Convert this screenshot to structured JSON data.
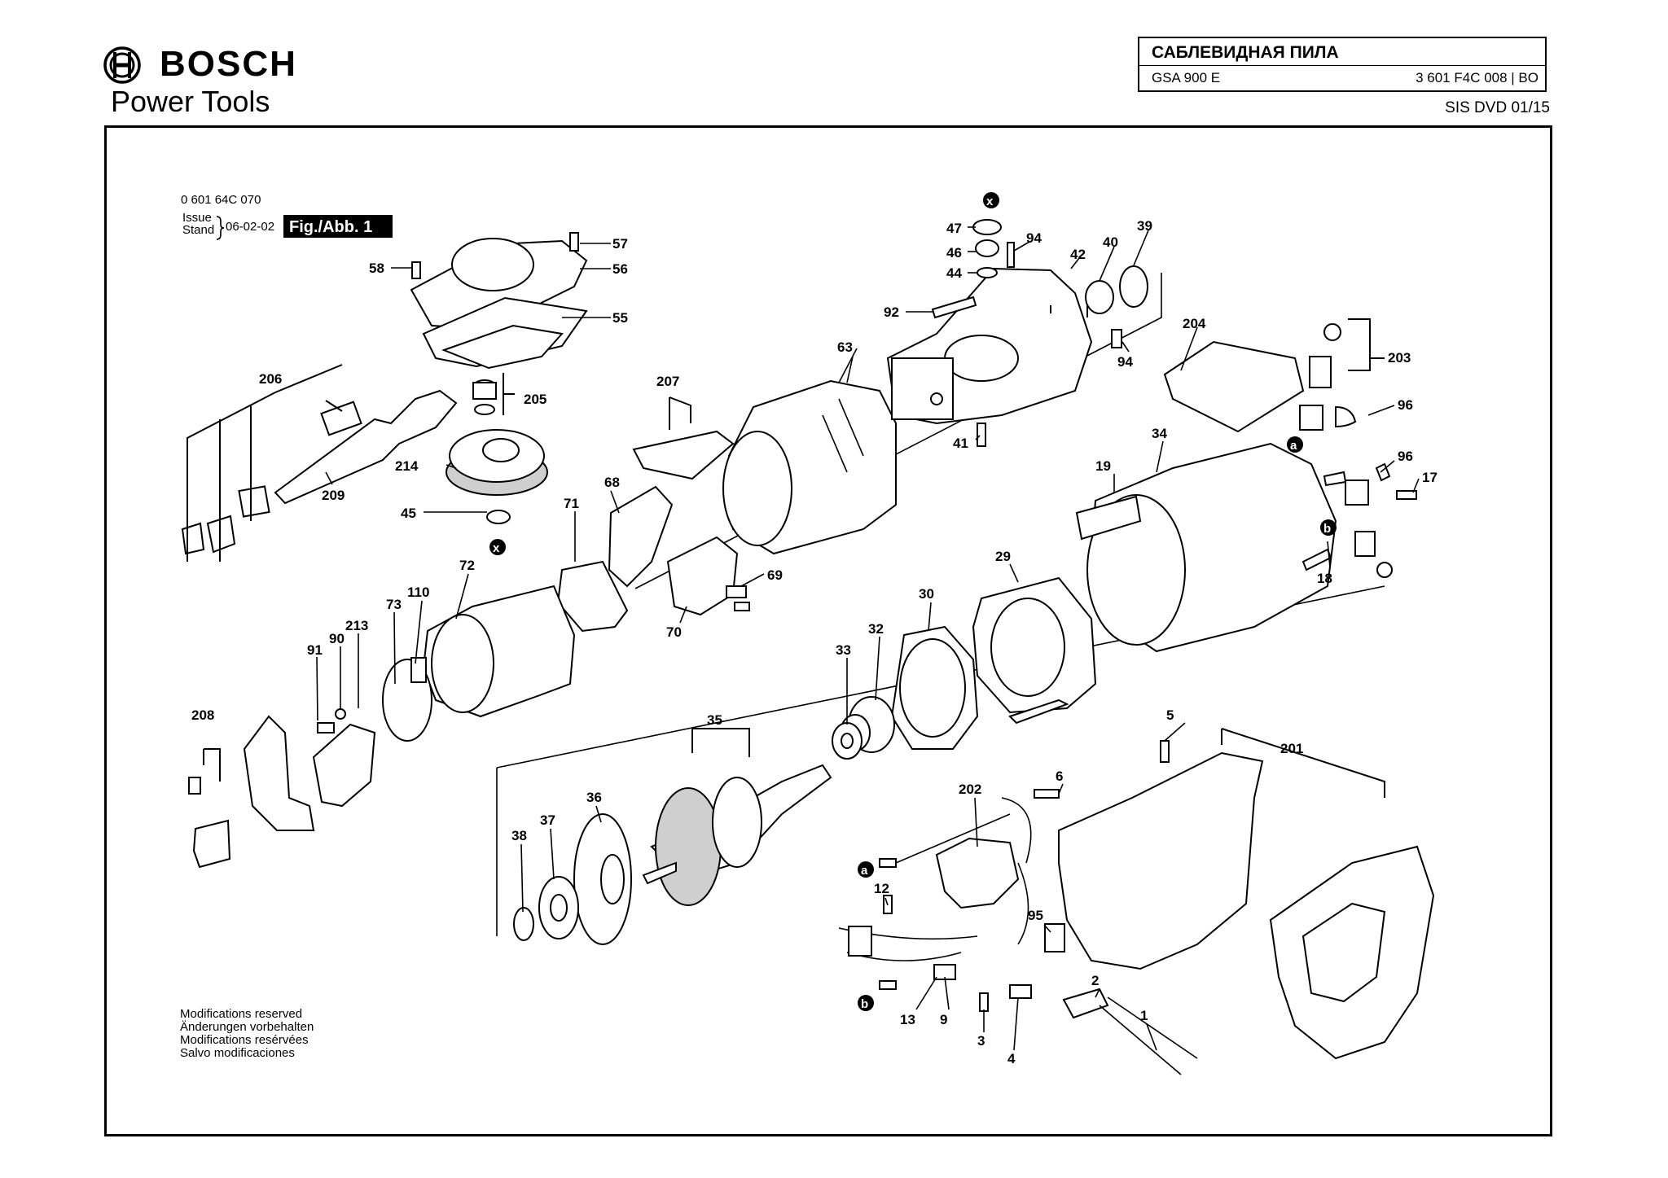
{
  "header": {
    "brand": "BOSCH",
    "subbrand": "Power Tools",
    "title": "САБЛЕВИДНАЯ ПИЛА",
    "model": "GSA 900 E",
    "part_number": "3 601 F4C 008 | BO",
    "doc_code": "SIS DVD 01/15"
  },
  "figure": {
    "doc_number": "0 601 64C 070",
    "issue_label_1": "Issue",
    "issue_label_2": "Stand",
    "issue_date": "06-02-02",
    "fig_label": "Fig./Abb. 1"
  },
  "parts": [
    {
      "id": "1",
      "label": "1"
    },
    {
      "id": "2",
      "label": "2"
    },
    {
      "id": "3",
      "label": "3"
    },
    {
      "id": "4",
      "label": "4"
    },
    {
      "id": "5",
      "label": "5"
    },
    {
      "id": "6",
      "label": "6"
    },
    {
      "id": "9",
      "label": "9"
    },
    {
      "id": "12",
      "label": "12"
    },
    {
      "id": "13",
      "label": "13"
    },
    {
      "id": "17",
      "label": "17"
    },
    {
      "id": "18",
      "label": "18"
    },
    {
      "id": "19",
      "label": "19"
    },
    {
      "id": "29",
      "label": "29"
    },
    {
      "id": "30",
      "label": "30"
    },
    {
      "id": "32",
      "label": "32"
    },
    {
      "id": "33",
      "label": "33"
    },
    {
      "id": "34",
      "label": "34"
    },
    {
      "id": "35",
      "label": "35"
    },
    {
      "id": "36",
      "label": "36"
    },
    {
      "id": "37",
      "label": "37"
    },
    {
      "id": "38",
      "label": "38"
    },
    {
      "id": "39",
      "label": "39"
    },
    {
      "id": "40",
      "label": "40"
    },
    {
      "id": "41",
      "label": "41"
    },
    {
      "id": "42",
      "label": "42"
    },
    {
      "id": "44",
      "label": "44"
    },
    {
      "id": "45",
      "label": "45"
    },
    {
      "id": "46",
      "label": "46"
    },
    {
      "id": "47",
      "label": "47"
    },
    {
      "id": "55",
      "label": "55"
    },
    {
      "id": "56",
      "label": "56"
    },
    {
      "id": "57",
      "label": "57"
    },
    {
      "id": "58",
      "label": "58"
    },
    {
      "id": "63",
      "label": "63"
    },
    {
      "id": "68",
      "label": "68"
    },
    {
      "id": "69",
      "label": "69"
    },
    {
      "id": "70",
      "label": "70"
    },
    {
      "id": "71",
      "label": "71"
    },
    {
      "id": "72",
      "label": "72"
    },
    {
      "id": "73",
      "label": "73"
    },
    {
      "id": "90",
      "label": "90"
    },
    {
      "id": "91",
      "label": "91"
    },
    {
      "id": "92",
      "label": "92"
    },
    {
      "id": "94a",
      "label": "94"
    },
    {
      "id": "94b",
      "label": "94"
    },
    {
      "id": "95",
      "label": "95"
    },
    {
      "id": "96a",
      "label": "96"
    },
    {
      "id": "96b",
      "label": "96"
    },
    {
      "id": "110",
      "label": "110"
    },
    {
      "id": "201",
      "label": "201"
    },
    {
      "id": "202",
      "label": "202"
    },
    {
      "id": "203",
      "label": "203"
    },
    {
      "id": "204",
      "label": "204"
    },
    {
      "id": "205",
      "label": "205"
    },
    {
      "id": "206",
      "label": "206"
    },
    {
      "id": "207",
      "label": "207"
    },
    {
      "id": "208",
      "label": "208"
    },
    {
      "id": "209",
      "label": "209"
    },
    {
      "id": "213",
      "label": "213"
    },
    {
      "id": "214",
      "label": "214"
    }
  ],
  "connection_refs": {
    "x": "x",
    "a": "a",
    "b": "b"
  },
  "footer_notes": [
    "Modifications reserved",
    "Änderungen vorbehalten",
    "Modifications resérvées",
    "Salvo modificaciones"
  ]
}
